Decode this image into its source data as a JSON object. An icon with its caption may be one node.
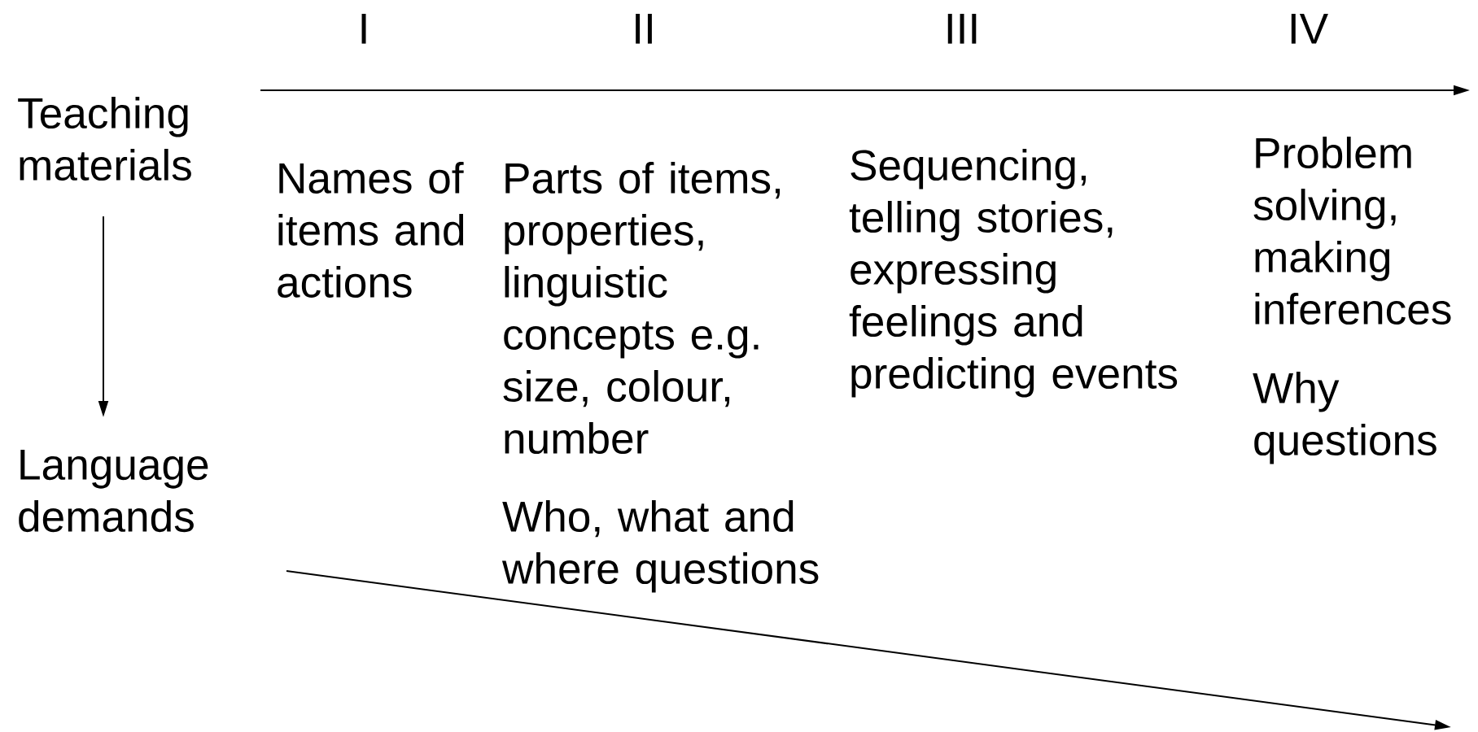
{
  "diagram": {
    "nodes": [
      {
        "text": [
          "Teaching materials"
        ]
      },
      {
        "text": [
          "Language demands"
        ]
      }
    ],
    "edges": [
      {
        "from": 0,
        "to": 1,
        "arrow": "to"
      }
    ],
    "labels": [
      "I",
      "II",
      "III",
      "IV",
      "Names of items and actions",
      "Parts of items, properties, linguistic concepts e.g. size, colour, number",
      "Who, what and where questions",
      "Sequencing, telling stories, expressing feelings and predicting events",
      "Problem solving, making inferences",
      "Why questions"
    ]
  }
}
